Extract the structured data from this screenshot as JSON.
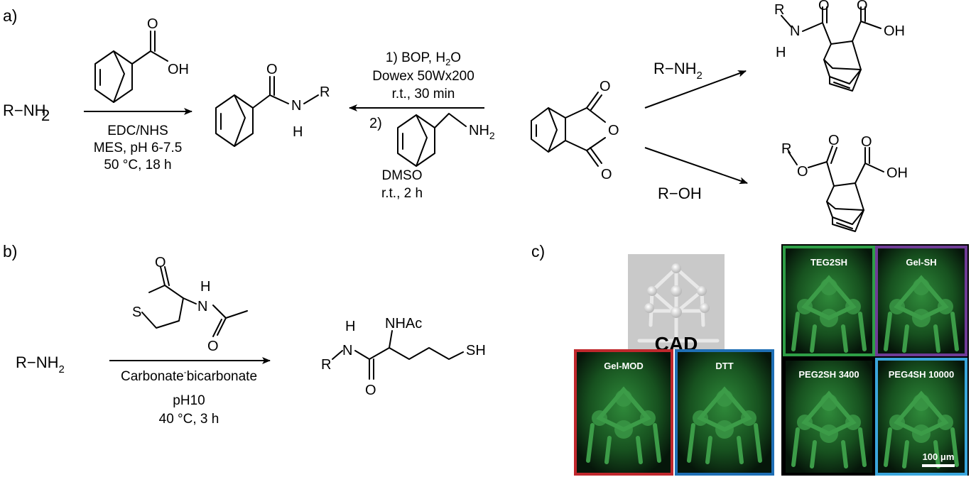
{
  "panels": {
    "a": {
      "letter": "a)",
      "reactant": "R−NH",
      "reactant_sub": "2",
      "acid_oh": "OH",
      "acid_o": "O",
      "cond_1": "EDC/NHS",
      "cond_2": "MES, pH 6-7.5",
      "cond_3": "50 °C, 18 h",
      "product_n": "N",
      "product_r": "R",
      "product_h": "H",
      "product_o": "O",
      "step1_a": "1) BOP, H",
      "step1_sub": "2",
      "step1_b": "O",
      "step1_c": "Dowex 50Wx200",
      "step1_d": "r.t., 30 min",
      "step2_label": "2)",
      "step2_nh": "NH",
      "step2_sub": "2",
      "step2_solvent": "DMSO",
      "step2_time": "r.t., 2 h",
      "anhydride_o_top": "O",
      "anhydride_o_mid": "O",
      "anhydride_o_bot": "O",
      "amine_reagent": "R−NH",
      "amine_sub": "2",
      "alcohol_reagent": "R−OH",
      "amide_r": "R",
      "amide_n": "N",
      "amide_h": "H",
      "amide_o": "O",
      "amide_o2": "O",
      "amide_oh": "OH",
      "ester_r": "R",
      "ester_o": "O",
      "ester_o2": "O",
      "ester_o3": "O",
      "ester_oh": "OH"
    },
    "b": {
      "letter": "b)",
      "reactant": "R−NH",
      "reactant_sub": "2",
      "reagent_o": "O",
      "reagent_s": "S",
      "reagent_h": "H",
      "reagent_n": "N",
      "reagent_o2": "O",
      "cond_1": "Carbonate",
      "cond_1b": "bicarbonate",
      "cond_2": "pH10",
      "cond_3": "40 °C, 3 h",
      "product_h": "H",
      "product_n": "N",
      "product_r": "R",
      "product_o": "O",
      "product_nhac": "NHAc",
      "product_sh": "SH"
    },
    "c": {
      "letter": "c)",
      "cad_label": "CAD",
      "images": [
        {
          "title": "Gel-MOD",
          "border": "#c0282d"
        },
        {
          "title": "DTT",
          "border": "#1f6fb5"
        },
        {
          "title": "TEG2SH",
          "border": "#2e9e46"
        },
        {
          "title": "Gel-SH",
          "border": "#6f3c96"
        },
        {
          "title": "PEG2SH 3400",
          "border": "#000000"
        },
        {
          "title": "PEG4SH 10000",
          "border": "#3aa6dc"
        }
      ],
      "scale_bar": "100 μm"
    }
  }
}
